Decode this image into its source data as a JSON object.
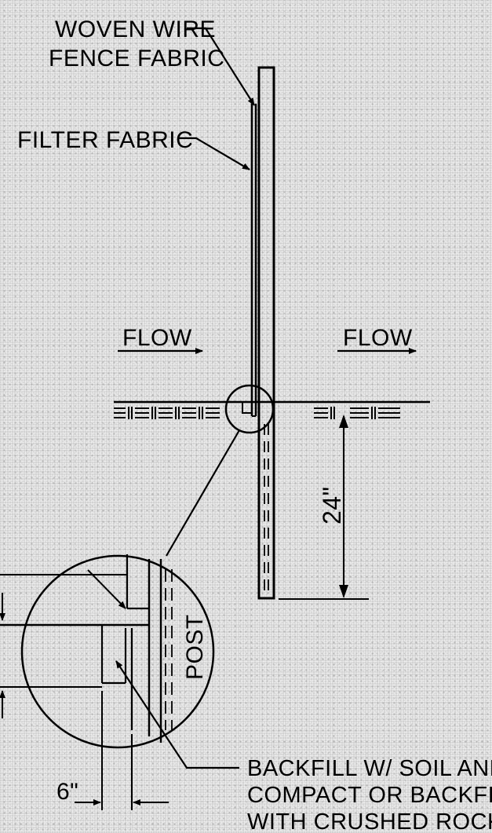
{
  "labels": {
    "woven_line1": "WOVEN WIRE",
    "woven_line2": "FENCE FABRIC",
    "filter_fabric": "FILTER FABRIC",
    "flow_left": "FLOW",
    "flow_right": "FLOW",
    "depth": "24\"",
    "post": "POST",
    "width": "6\"",
    "backfill_line1": "BACKFILL W/ SOIL AND",
    "backfill_line2": "COMPACT OR BACKFILL",
    "backfill_line3": "WITH CRUSHED ROCK"
  },
  "colors": {
    "ink": "#000000",
    "background": "#cfcfcf"
  }
}
